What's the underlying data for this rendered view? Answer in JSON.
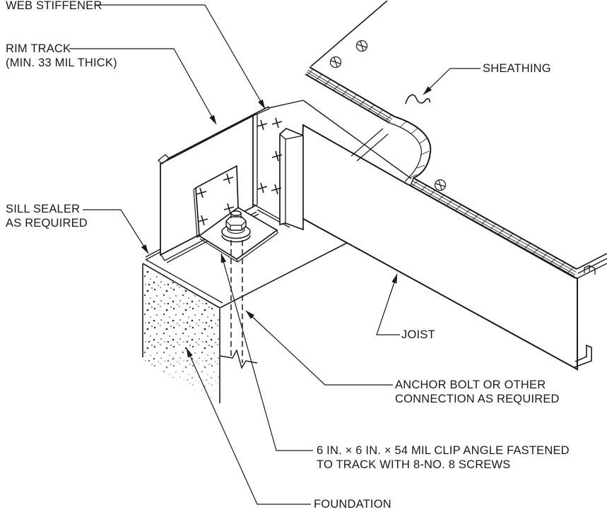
{
  "drawing": {
    "title": "floor framing anchorage detail",
    "colors": {
      "line": "#1a1a1a",
      "background": "#ffffff"
    },
    "labels": {
      "web_stiffener": "WEB STIFFENER",
      "rim_track_line1": "RIM TRACK",
      "rim_track_line2": "(MIN. 33 MIL THICK)",
      "sheathing": "SHEATHING",
      "sill_sealer_line1": "SILL SEALER",
      "sill_sealer_line2": "AS REQUIRED",
      "joist": "JOIST",
      "anchor_bolt_line1": "ANCHOR BOLT OR OTHER",
      "anchor_bolt_line2": "CONNECTION AS REQUIRED",
      "clip_angle_line1": "6 IN. × 6 IN. × 54 MIL CLIP ANGLE FASTENED",
      "clip_angle_line2": "TO TRACK WITH 8-NO. 8 SCREWS",
      "foundation": "FOUNDATION"
    }
  }
}
